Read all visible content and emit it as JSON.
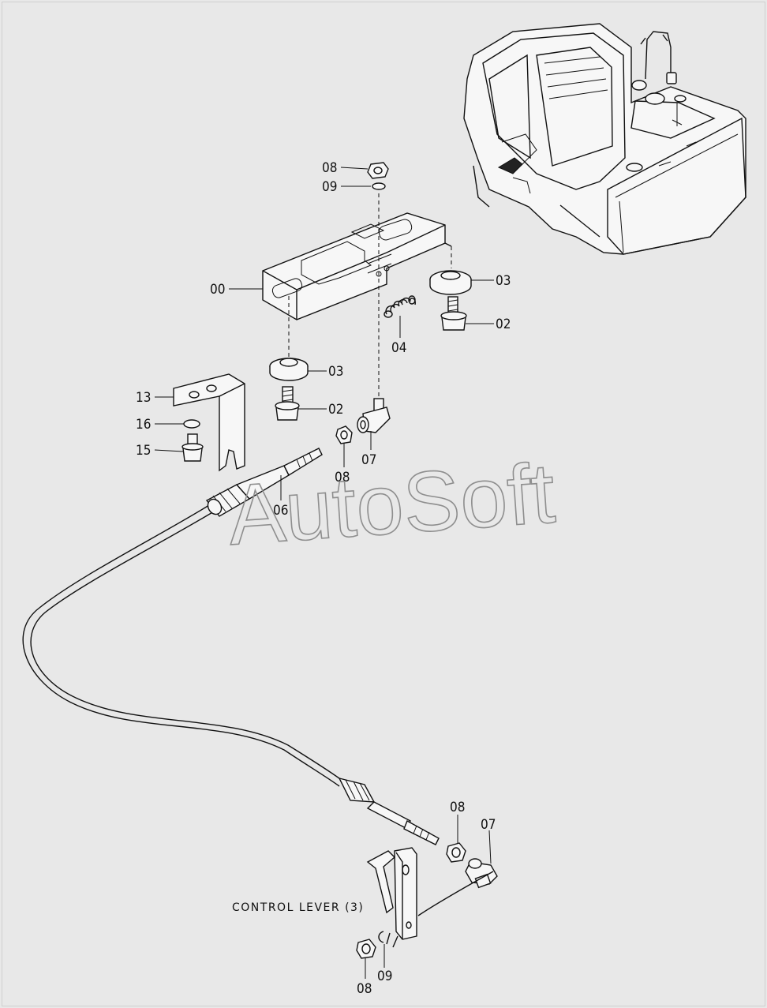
{
  "watermark": "AutoSoft",
  "caption": "CONTROL LEVER (3)",
  "callouts": [
    {
      "id": "c-00",
      "text": "00"
    },
    {
      "id": "c-08-top",
      "text": "08"
    },
    {
      "id": "c-09-top",
      "text": "09"
    },
    {
      "id": "c-03-right",
      "text": "03"
    },
    {
      "id": "c-02-right",
      "text": "02"
    },
    {
      "id": "c-04",
      "text": "04"
    },
    {
      "id": "c-03-left",
      "text": "03"
    },
    {
      "id": "c-02-left",
      "text": "02"
    },
    {
      "id": "c-13",
      "text": "13"
    },
    {
      "id": "c-16",
      "text": "16"
    },
    {
      "id": "c-15",
      "text": "15"
    },
    {
      "id": "c-07-mid",
      "text": "07"
    },
    {
      "id": "c-08-mid",
      "text": "08"
    },
    {
      "id": "c-06",
      "text": "06"
    },
    {
      "id": "c-08-low",
      "text": "08"
    },
    {
      "id": "c-07-low",
      "text": "07"
    },
    {
      "id": "c-08-bottom",
      "text": "08"
    },
    {
      "id": "c-09-bottom",
      "text": "09"
    }
  ]
}
